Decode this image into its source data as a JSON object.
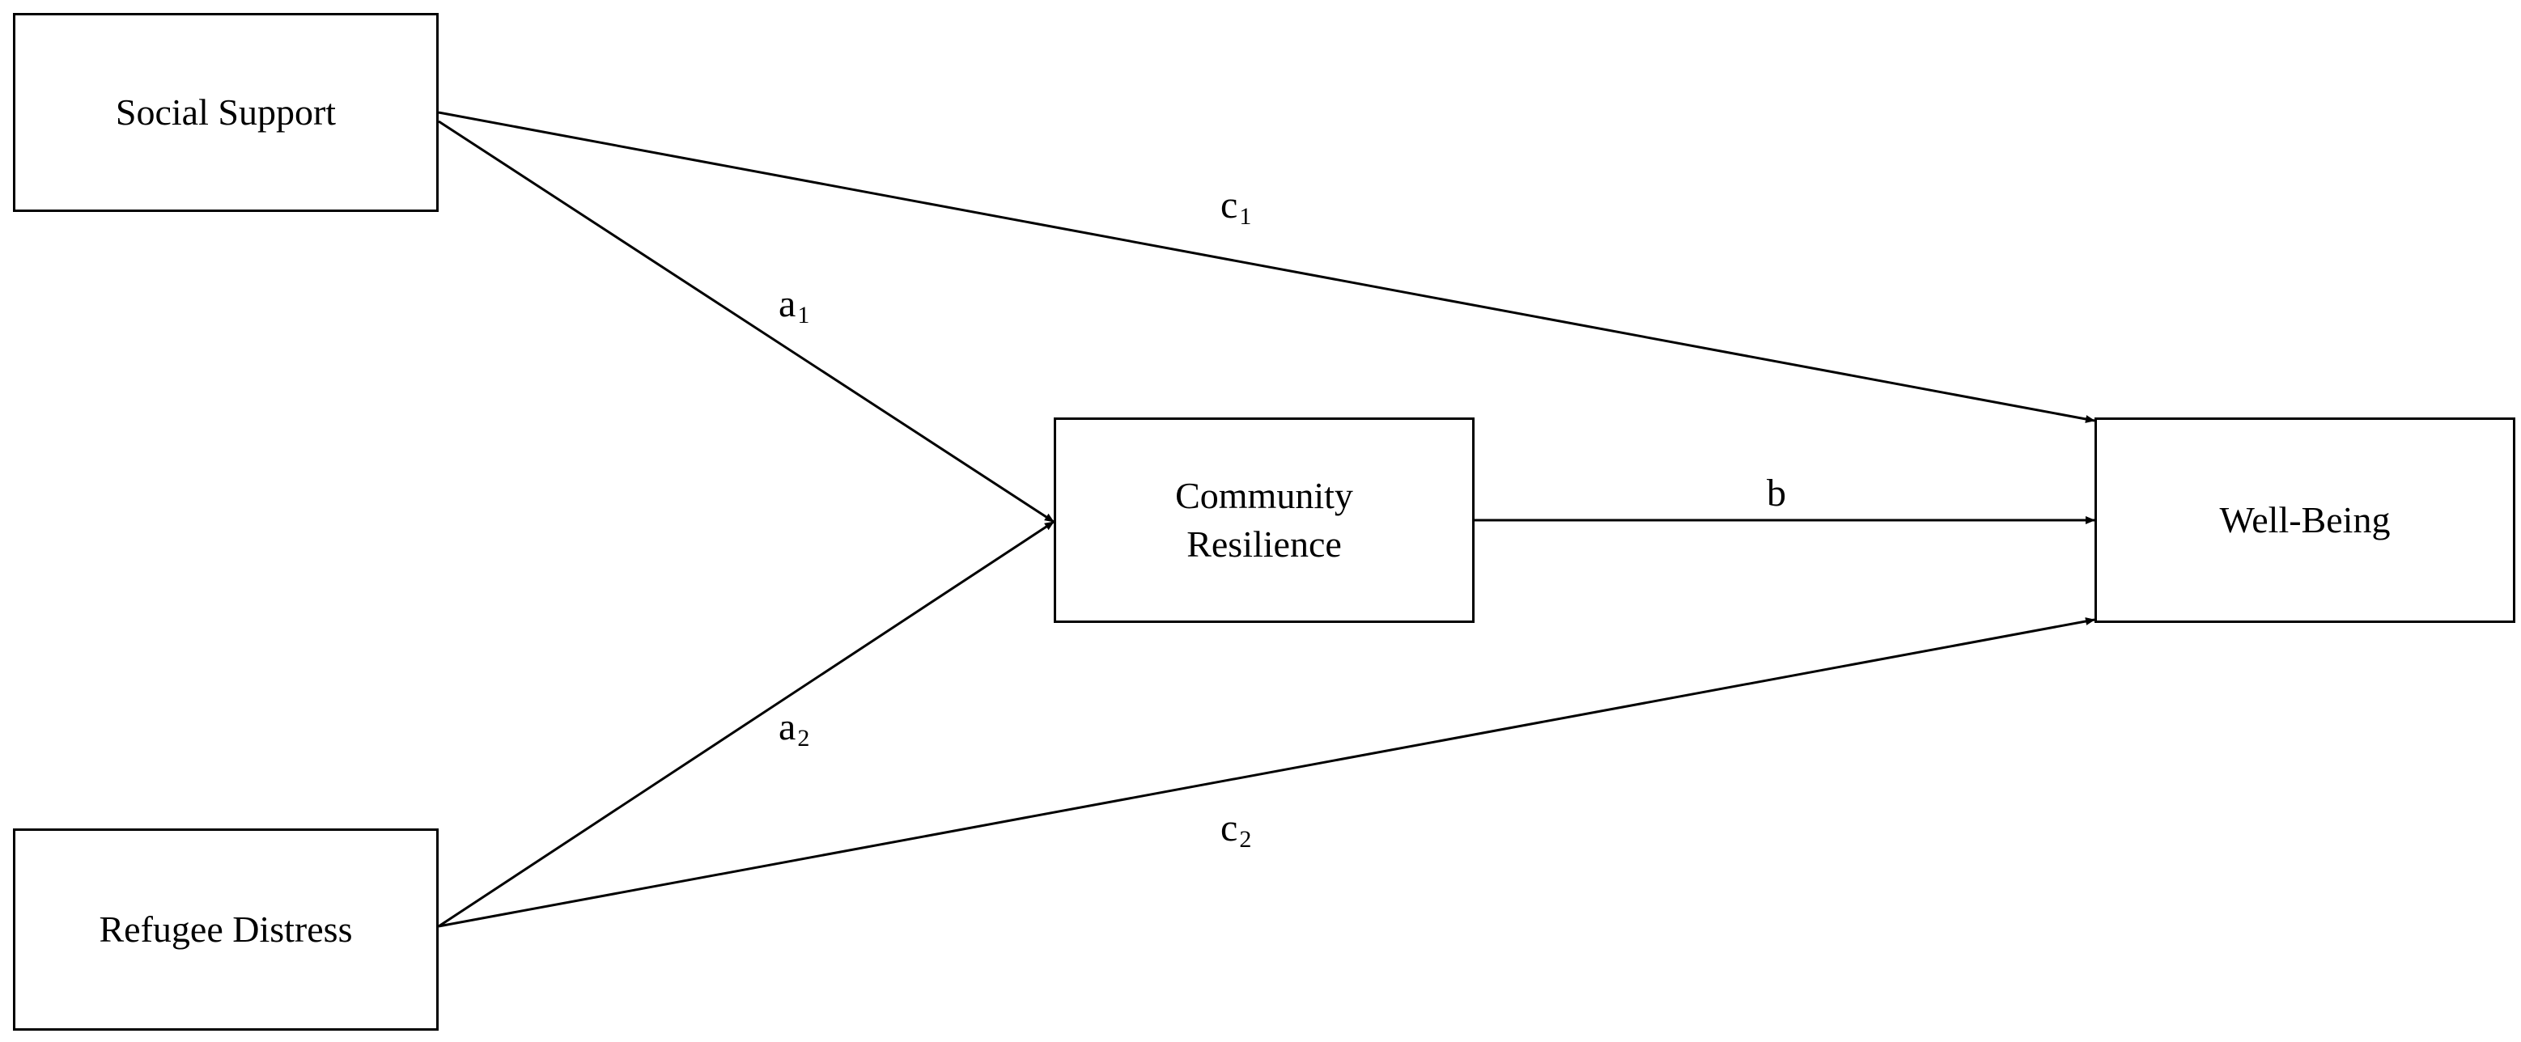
{
  "nodes": {
    "social_support": "Social Support",
    "refugee_distress": "Refugee Distress",
    "community_resilience": "Community\nResilience",
    "well_being": "Well-Being"
  },
  "paths": {
    "a1": {
      "letter": "a",
      "sub": "1",
      "from": "Social Support",
      "to": "Community Resilience"
    },
    "a2": {
      "letter": "a",
      "sub": "2",
      "from": "Refugee Distress",
      "to": "Community Resilience"
    },
    "b": {
      "letter": "b",
      "sub": "",
      "from": "Community Resilience",
      "to": "Well-Being"
    },
    "c1": {
      "letter": "c",
      "sub": "1",
      "from": "Social Support",
      "to": "Well-Being"
    },
    "c2": {
      "letter": "c",
      "sub": "2",
      "from": "Refugee Distress",
      "to": "Well-Being"
    }
  },
  "colors": {
    "stroke": "#000000",
    "background": "#ffffff"
  }
}
